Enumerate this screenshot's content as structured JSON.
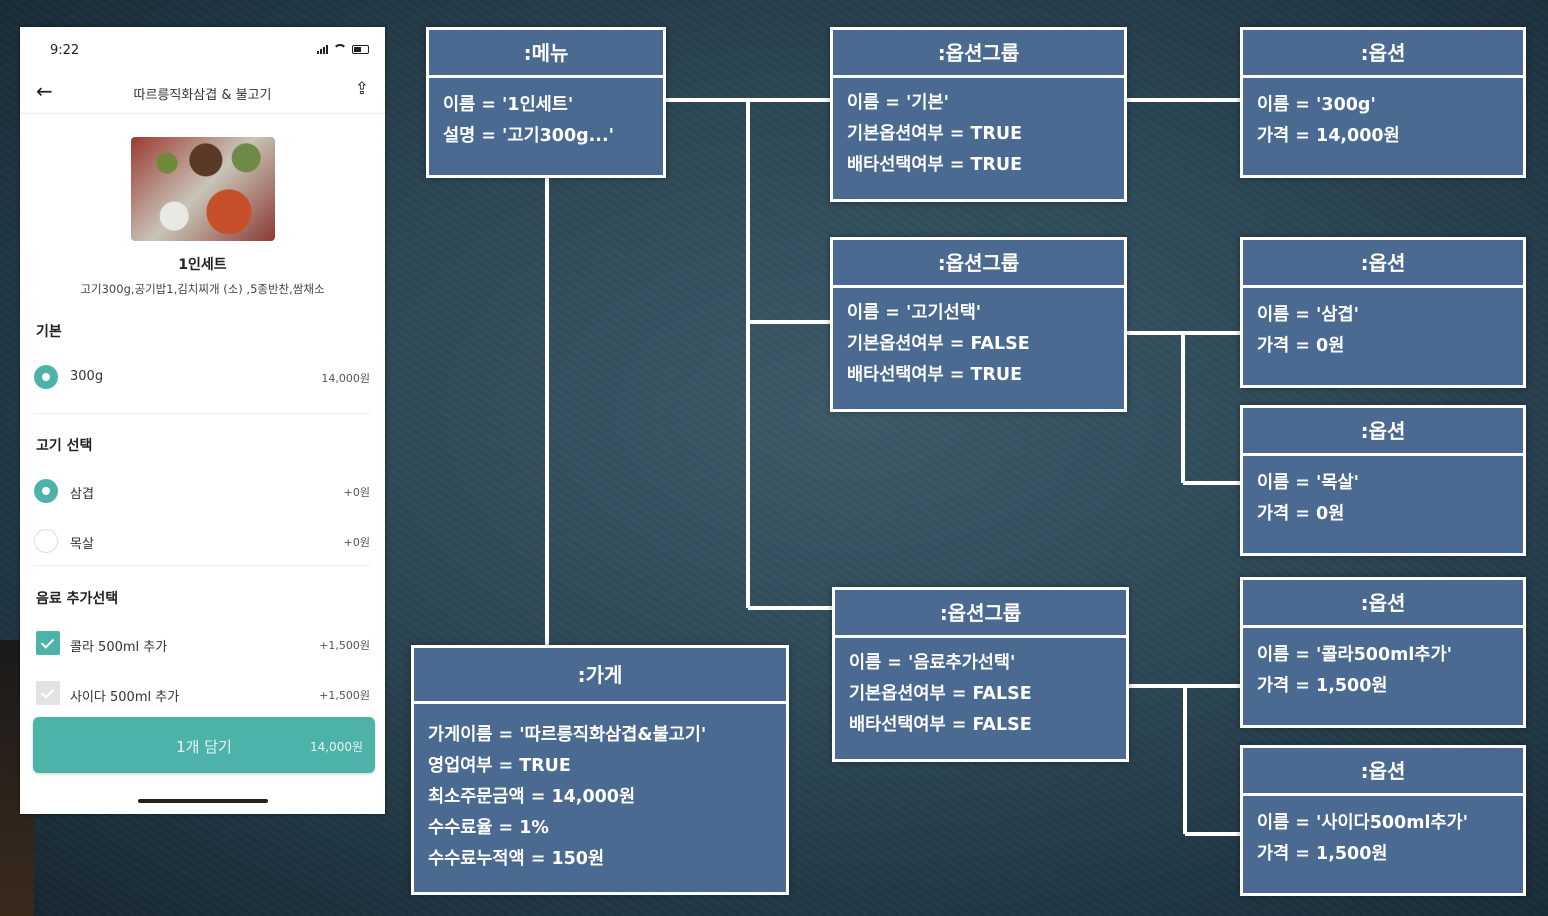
{
  "phone": {
    "status_time": "9:22",
    "title": "따르릉직화삼겹 & 불고기",
    "item": {
      "name": "1인세트",
      "desc": "고기300g,공기밥1,김치찌개 (소) ,5종반찬,쌈채소"
    },
    "sections": [
      {
        "title": "기본",
        "options": [
          {
            "label": "300g",
            "price": "14,000원",
            "selected": true
          }
        ]
      },
      {
        "title": "고기 선택",
        "options": [
          {
            "label": "삼겹",
            "price": "+0원",
            "selected": true
          },
          {
            "label": "목살",
            "price": "+0원",
            "selected": false
          }
        ]
      },
      {
        "title": "음료 추가선택",
        "options": [
          {
            "label": "콜라 500ml 추가",
            "price": "+1,500원",
            "selected": true
          },
          {
            "label": "사이다 500ml 추가",
            "price": "+1,500원",
            "selected": false
          }
        ]
      }
    ],
    "cart": {
      "label": "1개 담기",
      "price": "14,000원"
    },
    "accent_color": "#4db3a9"
  },
  "diagram": {
    "menu": {
      "title": ":메뉴",
      "lines": [
        "이름 = '1인세트'",
        "설명 = '고기300g...'"
      ]
    },
    "store": {
      "title": ":가게",
      "lines": [
        "가게이름 = '따르릉직화삼겹&불고기'",
        "영업여부 = TRUE",
        "최소주문금액 = 14,000원",
        "수수료율 = 1%",
        "수수료누적액 = 150원"
      ]
    },
    "groups": [
      {
        "title": ":옵션그룹",
        "lines": [
          "이름 = '기본'",
          "기본옵션여부 = TRUE",
          "배타선택여부 = TRUE"
        ]
      },
      {
        "title": ":옵션그룹",
        "lines": [
          "이름 = '고기선택'",
          "기본옵션여부 = FALSE",
          "배타선택여부 = TRUE"
        ]
      },
      {
        "title": ":옵션그룹",
        "lines": [
          "이름 = '음료추가선택'",
          "기본옵션여부 = FALSE",
          "배타선택여부 = FALSE"
        ]
      }
    ],
    "options": [
      {
        "title": ":옵션",
        "lines": [
          "이름 = '300g'",
          "가격 = 14,000원"
        ]
      },
      {
        "title": ":옵션",
        "lines": [
          "이름 = '삼겹'",
          "가격 = 0원"
        ]
      },
      {
        "title": ":옵션",
        "lines": [
          "이름 = '목살'",
          "가격 = 0원"
        ]
      },
      {
        "title": ":옵션",
        "lines": [
          "이름 = '콜라500ml추가'",
          "가격 = 1,500원"
        ]
      },
      {
        "title": ":옵션",
        "lines": [
          "이름 = '사이다500ml추가'",
          "가격 = 1,500원"
        ]
      }
    ],
    "box_color": "#4a6a92"
  }
}
